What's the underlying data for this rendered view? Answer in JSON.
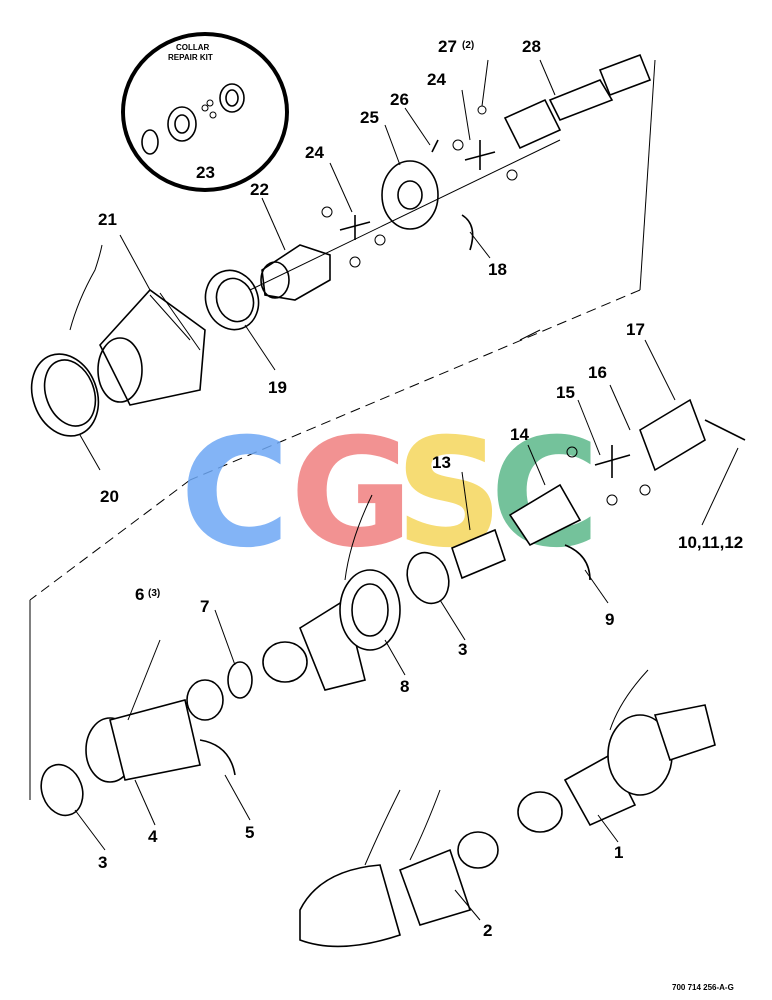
{
  "kit": {
    "line1": "COLLAR",
    "line2": "REPAIR KIT",
    "number": "23"
  },
  "callouts": {
    "c1": "1",
    "c2": "2",
    "c3a": "3",
    "c3b": "3",
    "c4": "4",
    "c5": "5",
    "c6": "6",
    "c6q": "(3)",
    "c7": "7",
    "c8": "8",
    "c9": "9",
    "c10": "10,11,12",
    "c13": "13",
    "c14": "14",
    "c15": "15",
    "c16": "16",
    "c17": "17",
    "c18": "18",
    "c19": "19",
    "c20": "20",
    "c21": "21",
    "c22": "22",
    "c24a": "24",
    "c24b": "24",
    "c25": "25",
    "c26": "26",
    "c27": "27",
    "c27q": "(2)",
    "c28": "28"
  },
  "watermark": {
    "letters": [
      "C",
      "G",
      "S",
      "C"
    ],
    "colors": [
      "#6ea8f5",
      "#f08080",
      "#f5d65c",
      "#5cb88a"
    ]
  },
  "doc_number": "700 714 256-A-G"
}
